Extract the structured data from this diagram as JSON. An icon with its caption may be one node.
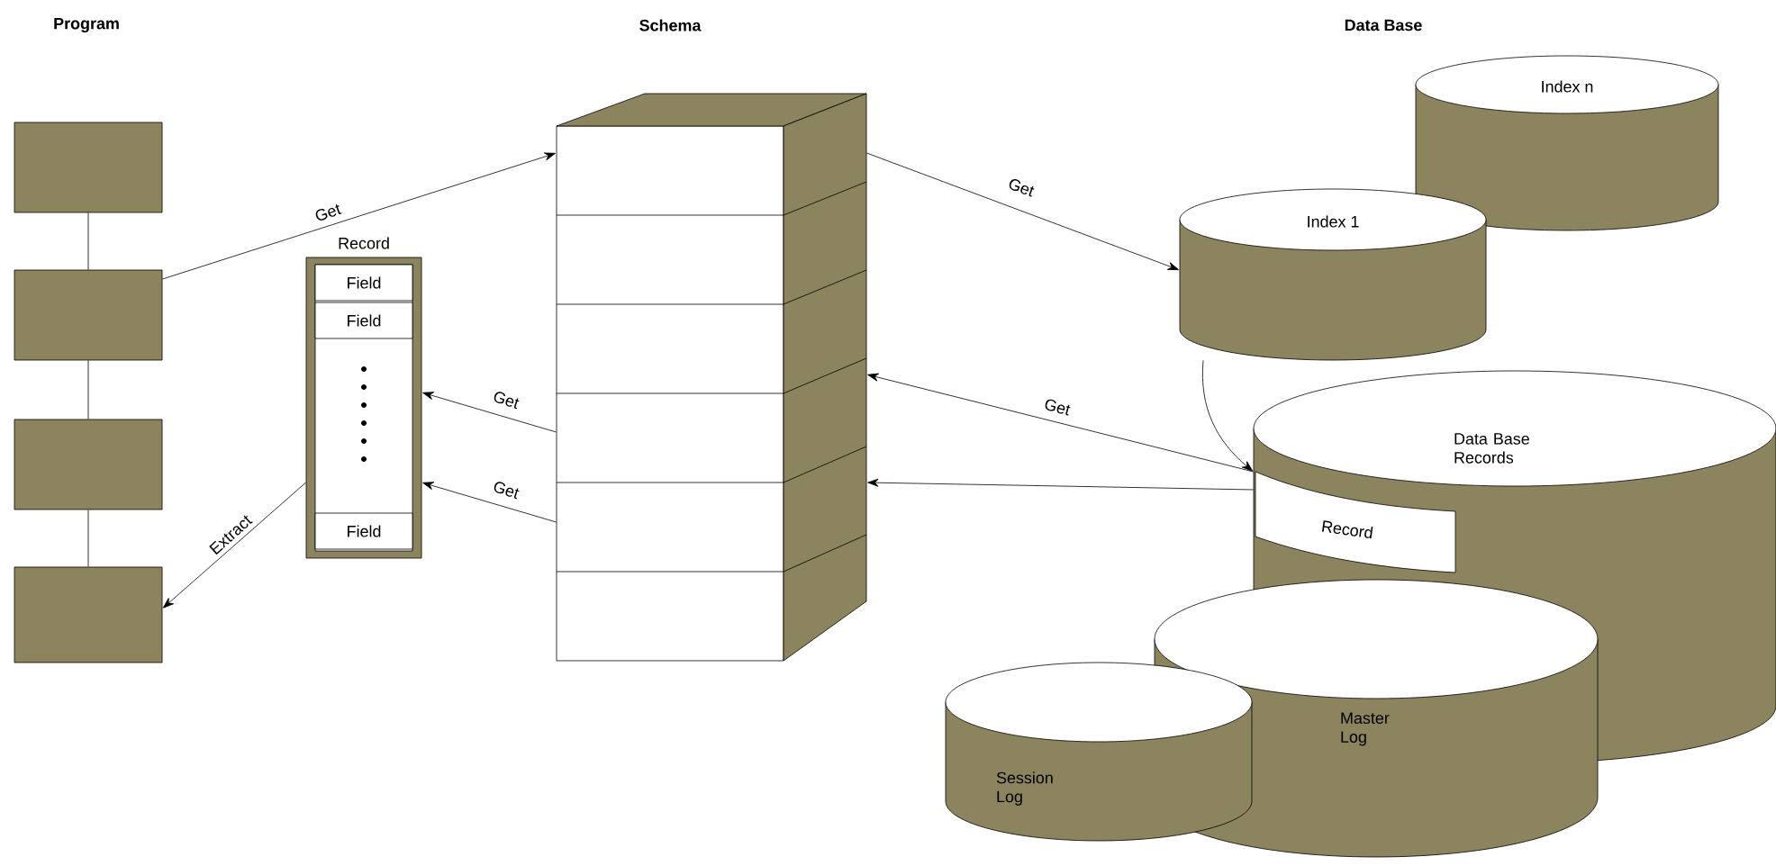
{
  "diagram": {
    "nodes": [
      {
        "text": [],
        "shape": "box"
      },
      {
        "text": [],
        "shape": "box"
      },
      {
        "text": [],
        "shape": "box"
      },
      {
        "text": [],
        "shape": "box"
      },
      {
        "text": [
          "Record"
        ]
      },
      {
        "text": [
          "Field"
        ],
        "in": 4
      },
      {
        "text": [
          "Field"
        ],
        "in": 4
      },
      {
        "text": [
          "Field"
        ],
        "in": 4
      },
      {
        "text": [],
        "shape": "box"
      },
      {
        "text": [
          "Index n"
        ]
      },
      {
        "text": [
          "Index 1"
        ]
      },
      {
        "text": [
          "Data Base Records"
        ]
      },
      {
        "text": [
          "Record"
        ],
        "in": 11
      },
      {
        "text": [
          "Master Log"
        ]
      },
      {
        "text": [
          "Session Log"
        ]
      }
    ],
    "edges": [
      {
        "from": 0,
        "to": 1,
        "arrow": "none"
      },
      {
        "from": 1,
        "to": 2,
        "arrow": "none"
      },
      {
        "from": 2,
        "to": 3,
        "arrow": "none"
      },
      {
        "from": 1,
        "to": 8,
        "arrow": "to",
        "label": "Get"
      },
      {
        "from": 8,
        "to": 10,
        "arrow": "to",
        "label": "Get"
      },
      {
        "from": 8,
        "to": 4,
        "arrow": "to",
        "label": "Get"
      },
      {
        "from": 8,
        "to": 4,
        "arrow": "to",
        "label": "Get"
      },
      {
        "from": 11,
        "to": 8,
        "arrow": "to",
        "label": "Get"
      },
      {
        "from": 11,
        "to": 8,
        "arrow": "to"
      },
      {
        "from": 10,
        "to": 11,
        "arrow": "to"
      },
      {
        "from": 4,
        "to": 3,
        "arrow": "to",
        "label": "Extract"
      }
    ],
    "labels": [
      "Program",
      "Schema",
      "Data Base"
    ]
  }
}
